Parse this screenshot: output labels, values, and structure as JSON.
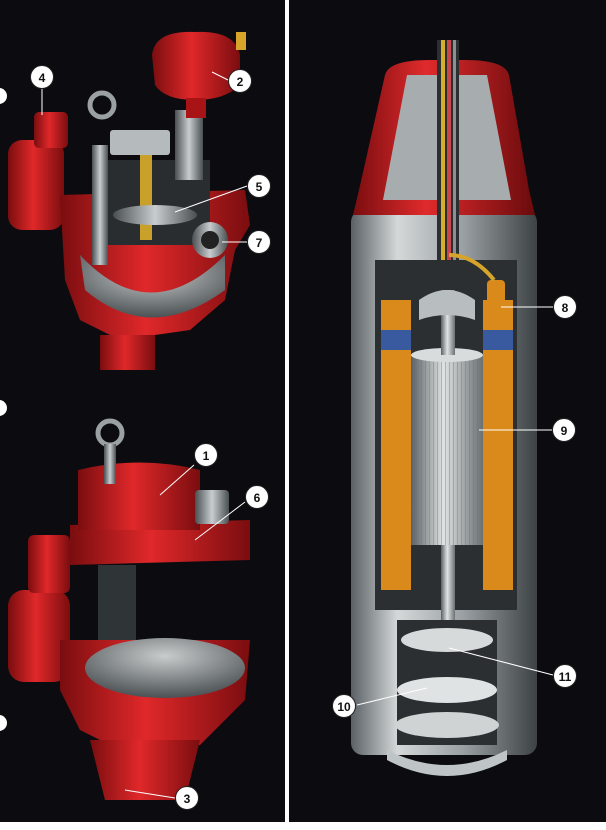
{
  "colors": {
    "background": "#0c0c10",
    "pump_red": "#c81a1c",
    "pump_red_dark": "#7a0d0f",
    "steel": "#8f969b",
    "steel_light": "#d2d6d6",
    "winding_orange": "#d98a1a",
    "callout_fill": "#ffffff"
  },
  "callouts": [
    {
      "id": "callout-1",
      "label": "1"
    },
    {
      "id": "callout-2",
      "label": "2"
    },
    {
      "id": "callout-3",
      "label": "3"
    },
    {
      "id": "callout-4",
      "label": "4"
    },
    {
      "id": "callout-5",
      "label": "5"
    },
    {
      "id": "callout-6",
      "label": "6"
    },
    {
      "id": "callout-7",
      "label": "7"
    },
    {
      "id": "callout-8",
      "label": "8"
    },
    {
      "id": "callout-9",
      "label": "9"
    },
    {
      "id": "callout-10",
      "label": "10"
    },
    {
      "id": "callout-11",
      "label": "11"
    }
  ],
  "illustrations": [
    {
      "name": "upper-pump-cutaway-illustration"
    },
    {
      "name": "lower-pump-illustration"
    },
    {
      "name": "submersible-motor-pump-cutaway-illustration"
    }
  ]
}
